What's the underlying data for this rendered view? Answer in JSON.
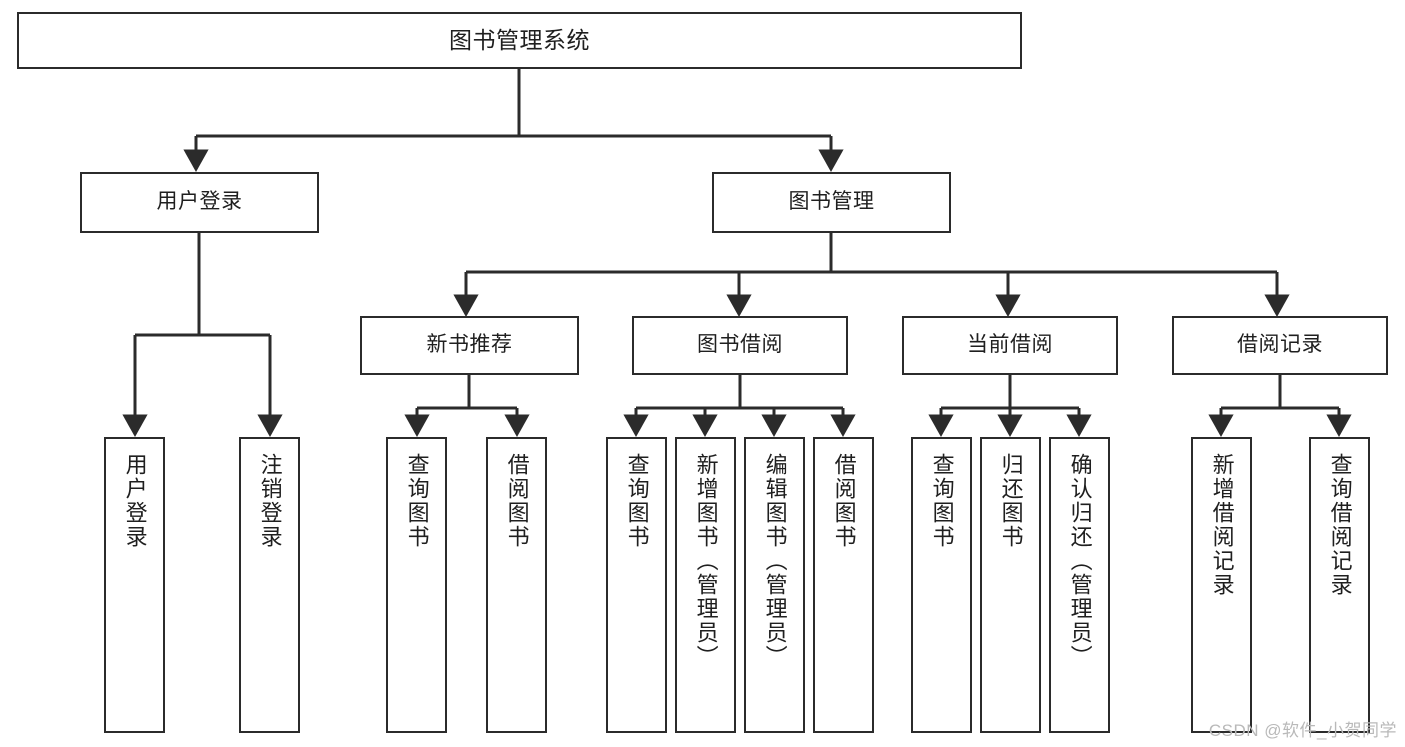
{
  "diagram": {
    "title": "图书管理系统",
    "type": "tree-hierarchy",
    "colors": {
      "box_border": "#2b2b2b",
      "box_fill": "#ffffff",
      "connector": "#2b2b2b",
      "background": "#ffffff",
      "watermark": "#b9b9b9"
    },
    "root": {
      "label": "图书管理系统"
    },
    "level2": [
      {
        "label": "用户登录"
      },
      {
        "label": "图书管理"
      }
    ],
    "level3": [
      {
        "label": "新书推荐"
      },
      {
        "label": "图书借阅"
      },
      {
        "label": "当前借阅"
      },
      {
        "label": "借阅记录"
      }
    ],
    "leaves": {
      "user_login": [
        {
          "label": "用户登录"
        },
        {
          "label": "注销登录"
        }
      ],
      "new_book": [
        {
          "label": "查询图书"
        },
        {
          "label": "借阅图书"
        }
      ],
      "book_borrow": [
        {
          "label": "查询图书"
        },
        {
          "label": "新增图书（管理员）"
        },
        {
          "label": "编辑图书（管理员）"
        },
        {
          "label": "借阅图书"
        }
      ],
      "current_borrow": [
        {
          "label": "查询图书"
        },
        {
          "label": "归还图书"
        },
        {
          "label": "确认归还（管理员）"
        }
      ],
      "borrow_record": [
        {
          "label": "新增借阅记录"
        },
        {
          "label": "查询借阅记录"
        }
      ]
    }
  },
  "watermark": {
    "text": "CSDN @软件_小贺同学"
  }
}
